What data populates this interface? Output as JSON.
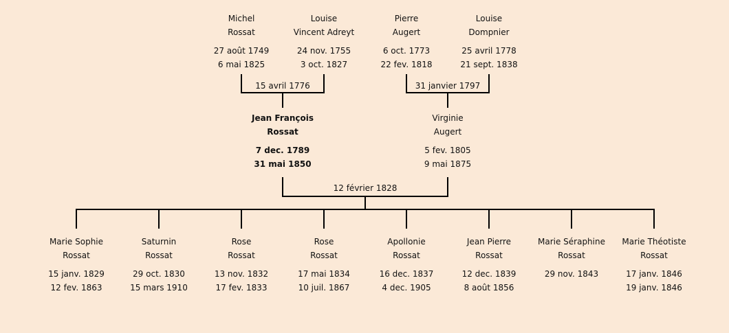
{
  "grandparents": [
    {
      "first": "Michel",
      "last": "Rossat",
      "birth": "27 août 1749",
      "death": "6 mai 1825"
    },
    {
      "first": "Louise",
      "last": "Vincent Adreyt",
      "birth": "24 nov. 1755",
      "death": "3 oct. 1827"
    },
    {
      "first": "Pierre",
      "last": "Augert",
      "birth": "6 oct. 1773",
      "death": "22 fev. 1818"
    },
    {
      "first": "Louise",
      "last": "Dompnier",
      "birth": "25 avril 1778",
      "death": "21 sept. 1838"
    }
  ],
  "marriages": [
    "15 avril 1776",
    "31 janvier 1797",
    "12 février 1828"
  ],
  "parents": [
    {
      "first": "Jean François",
      "last": "Rossat",
      "birth": "7 dec. 1789",
      "death": "31 mai 1850"
    },
    {
      "first": "Virginie",
      "last": "Augert",
      "birth": "5 fev. 1805",
      "death": "9 mai 1875"
    }
  ],
  "children": [
    {
      "first": "Marie Sophie",
      "last": "Rossat",
      "birth": "15 janv. 1829",
      "death": "12 fev. 1863"
    },
    {
      "first": "Saturnin",
      "last": "Rossat",
      "birth": "29 oct. 1830",
      "death": "15 mars 1910"
    },
    {
      "first": "Rose",
      "last": "Rossat",
      "birth": "13 nov. 1832",
      "death": "17 fev. 1833"
    },
    {
      "first": "Rose",
      "last": "Rossat",
      "birth": "17 mai 1834",
      "death": "10 juil. 1867"
    },
    {
      "first": "Apollonie",
      "last": "Rossat",
      "birth": "16 dec. 1837",
      "death": "4 dec. 1905"
    },
    {
      "first": "Jean Pierre",
      "last": "Rossat",
      "birth": "12 dec. 1839",
      "death": "8 août 1856"
    },
    {
      "first": "Marie Séraphine",
      "last": "Rossat",
      "birth": "29 nov. 1843",
      "death": ""
    },
    {
      "first": "Marie Théotiste",
      "last": "Rossat",
      "birth": "17 janv. 1846",
      "death": "19 janv. 1846"
    }
  ]
}
